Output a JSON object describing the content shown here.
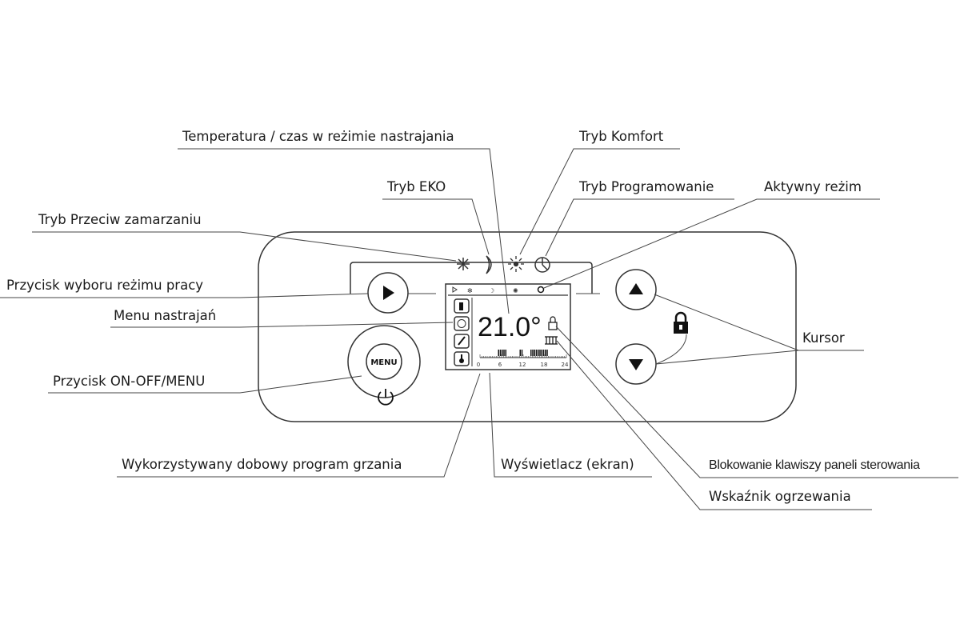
{
  "labels": {
    "temp_time": "Temperatura / czas w reżimie nastrajania",
    "comfort": "Tryb Komfort",
    "eko": "Tryb EKO",
    "programming": "Tryb Programowanie",
    "active_mode": "Aktywny reżim",
    "antifreeze": "Tryb Przeciw zamarzaniu",
    "mode_button": "Przycisk wyboru reżimu pracy",
    "settings_menu": "Menu nastrajań",
    "onoff_menu": "Przycisk ON-OFF/MENU",
    "cursor": "Kursor",
    "daily_program": "Wykorzystywany dobowy program grzania",
    "display": "Wyświetlacz (ekran)",
    "key_lock": "Blokowanie klawiszy paneli sterowania",
    "heating_indicator": "Wskaźnik ogrzewania"
  },
  "device": {
    "menu_button_label": "MENU",
    "temperature": "21.0°",
    "hour_ticks": [
      "0",
      "6",
      "12",
      "18",
      "24"
    ]
  }
}
